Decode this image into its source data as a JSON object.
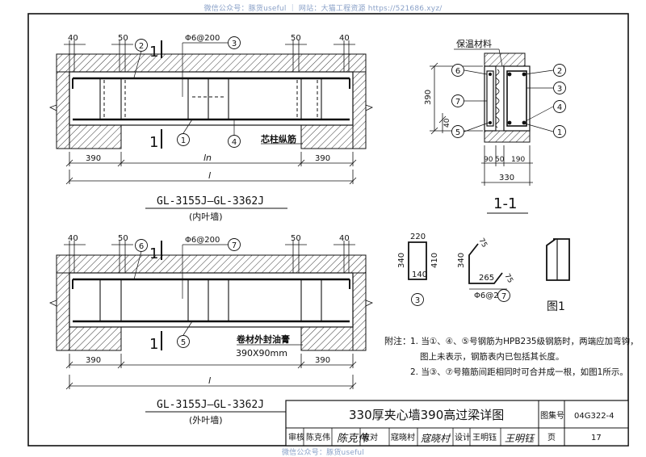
{
  "watermark": {
    "top": "微信公众号：豚货useful ｜ 网站：大猫工程资源 https://521686.xyz/",
    "bottom": "微信公众号：豚货useful"
  },
  "beam_inner": {
    "dims_top": [
      "40",
      "50",
      "50",
      "40"
    ],
    "spacing_label": "Φ6@200",
    "section_mark": "1",
    "callouts": [
      "2",
      "3",
      "1",
      "4"
    ],
    "core_label": "芯柱纵筋",
    "dims_bottom": [
      "390",
      "ln",
      "390"
    ],
    "overall": "l",
    "title": "GL-3155J—GL-3362J",
    "subtitle": "(内叶墙)"
  },
  "beam_outer": {
    "dims_top": [
      "40",
      "50",
      "50",
      "40"
    ],
    "spacing_label": "Φ6@200",
    "section_mark": "1",
    "callouts": [
      "6",
      "7",
      "5"
    ],
    "seal_label": "卷材外封油膏",
    "seal_size": "390X90mm",
    "dims_bottom": [
      "390",
      "390"
    ],
    "overall": "l",
    "title": "GL-3155J—GL-3362J",
    "subtitle": "(外叶墙)"
  },
  "section": {
    "insulation": "保温材料",
    "height": "390",
    "gap": "40",
    "callouts_left": [
      "6",
      "7",
      "5"
    ],
    "callouts_right": [
      "2",
      "3",
      "4",
      "1"
    ],
    "bottom_dims": [
      "90",
      "50",
      "190"
    ],
    "width": "330",
    "title": "1-1"
  },
  "bars": {
    "bar3": {
      "top": "220",
      "left": "340",
      "right": "410",
      "bottom": "140",
      "id": "3"
    },
    "bar7": {
      "hook": "75",
      "left": "340",
      "bottom": "265",
      "hook2": "75",
      "spacing": "Φ6@200",
      "id": "7"
    },
    "fig_label": "图1"
  },
  "notes": {
    "heading": "附注：",
    "line1": "1. 当①、④、⑤号钢筋为HPB235级钢筋时，两端应加弯钩，",
    "line2": "图上未表示，钢筋表内已包括其长度。",
    "line3": "2. 当③、⑦号箍筋间距相同时可合并成一根，如图1所示。"
  },
  "title_block": {
    "title": "330厚夹心墙390高过梁详图",
    "atlas_label": "图集号",
    "atlas_no": "04G322-4",
    "reviewer_label": "审核",
    "reviewer": "陈克伟",
    "checker_label": "校对",
    "checker": "寇晓村",
    "designer_label": "设计",
    "designer": "王明钰",
    "page_label": "页",
    "page_no": "17"
  }
}
